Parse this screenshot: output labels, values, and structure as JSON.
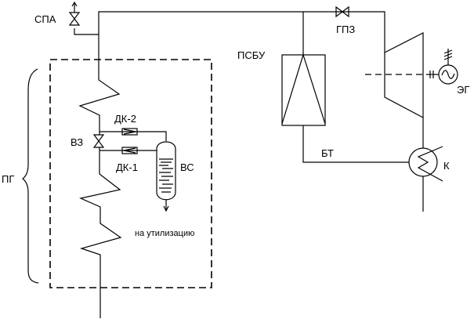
{
  "labels": {
    "spa": "СПА",
    "gpz": "ГПЗ",
    "psbu": "ПСБУ",
    "eg": "ЭГ",
    "pg": "ПГ",
    "dk2": "ДК-2",
    "dk1": "ДК-1",
    "vz": "ВЗ",
    "vs": "ВС",
    "bt": "БТ",
    "k": "К",
    "outlet": "на утилизацию"
  },
  "colors": {
    "line": "#000000",
    "background": "#ffffff"
  }
}
